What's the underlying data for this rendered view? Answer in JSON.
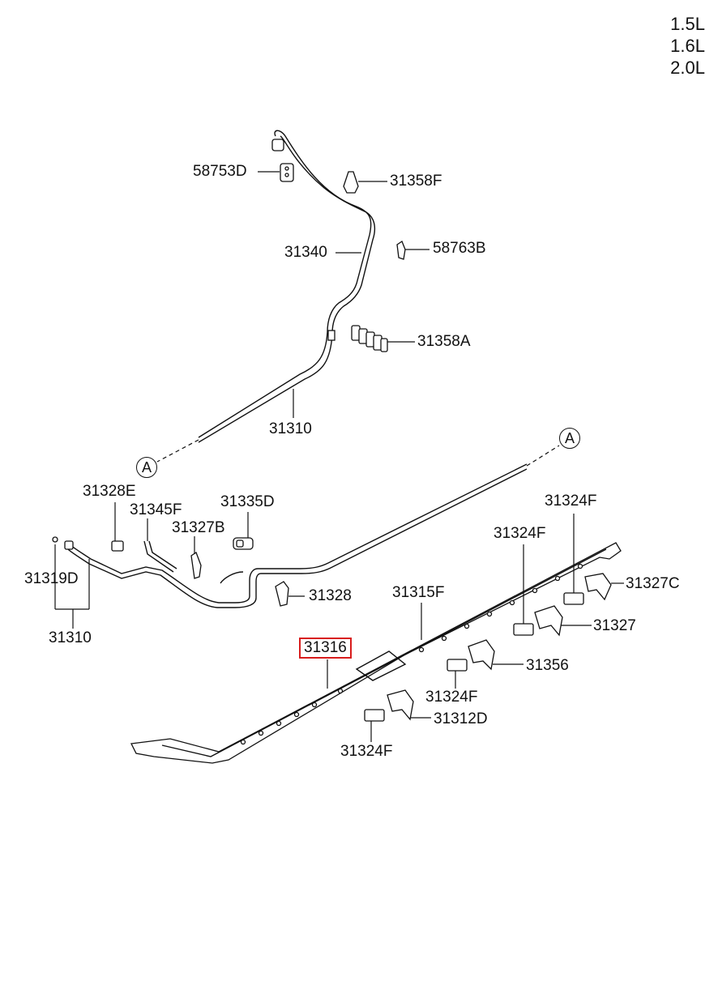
{
  "engines": [
    "1.5L",
    "1.6L",
    "2.0L"
  ],
  "ref_marker": "A",
  "parts": {
    "p58753D": "58753D",
    "p31358F": "31358F",
    "p31340": "31340",
    "p58763B": "58763B",
    "p31358A": "31358A",
    "p31310_top": "31310",
    "p31328E": "31328E",
    "p31345F": "31345F",
    "p31335D": "31335D",
    "p31327B": "31327B",
    "p31324F_a": "31324F",
    "p31324F_b": "31324F",
    "p31319D": "31319D",
    "p31327C": "31327C",
    "p31315F": "31315F",
    "p31328": "31328",
    "p31327": "31327",
    "p31310_bottom": "31310",
    "p31316": "31316",
    "p31356": "31356",
    "p31324F_c": "31324F",
    "p31312D": "31312D",
    "p31324F_d": "31324F"
  },
  "highlight_color": "#d81c1c"
}
